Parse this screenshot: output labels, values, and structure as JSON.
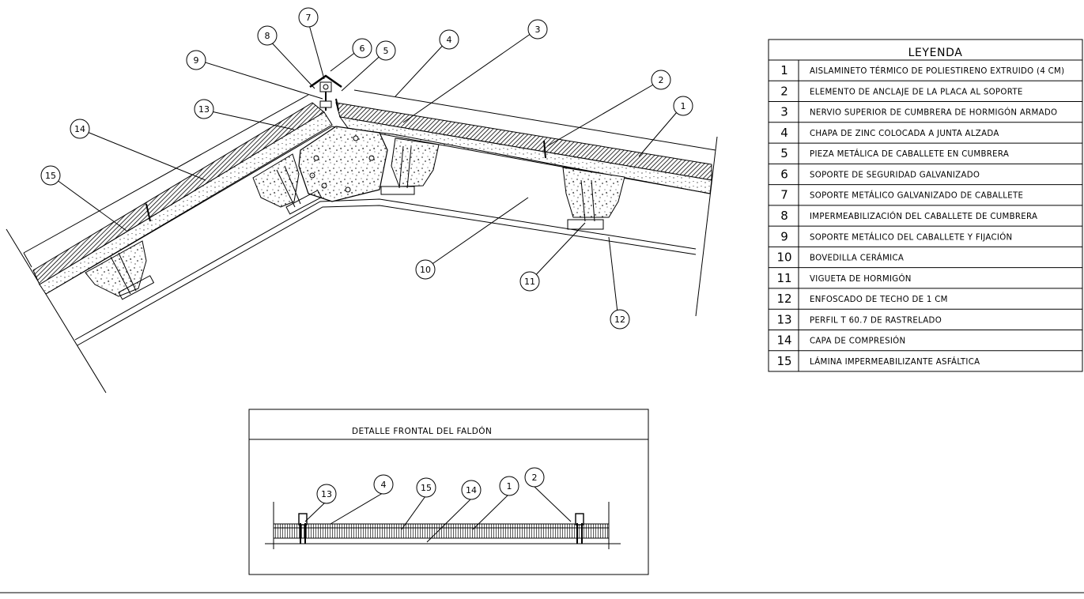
{
  "legend": {
    "title": "LEYENDA",
    "items": [
      {
        "num": "1",
        "text": "AISLAMINETO TÉRMICO DE POLIESTIRENO EXTRUIDO (4 CM)"
      },
      {
        "num": "2",
        "text": "ELEMENTO DE ANCLAJE DE LA PLACA AL SOPORTE"
      },
      {
        "num": "3",
        "text": "NERVIO SUPERIOR DE CUMBRERA DE HORMIGÓN ARMADO"
      },
      {
        "num": "4",
        "text": "CHAPA DE ZINC COLOCADA A JUNTA ALZADA"
      },
      {
        "num": "5",
        "text": "PIEZA METÁLICA DE CABALLETE EN  CUMBRERA"
      },
      {
        "num": "6",
        "text": "SOPORTE DE SEGURIDAD GALVANIZADO"
      },
      {
        "num": "7",
        "text": "SOPORTE METÁLICO GALVANIZADO DE CABALLETE"
      },
      {
        "num": "8",
        "text": "IMPERMEABILIZACIÓN DEL CABALLETE DE CUMBRERA"
      },
      {
        "num": "9",
        "text": "SOPORTE METÁLICO DEL CABALLETE Y FIJACIÓN"
      },
      {
        "num": "10",
        "text": "BOVEDILLA CERÁMICA"
      },
      {
        "num": "11",
        "text": "VIGUETA DE HORMIGÓN"
      },
      {
        "num": "12",
        "text": "ENFOSCADO DE TECHO  DE 1 CM"
      },
      {
        "num": "13",
        "text": "PERFIL T 60.7 DE RASTRELADO"
      },
      {
        "num": "14",
        "text": "CAPA DE COMPRESIÓN"
      },
      {
        "num": "15",
        "text": "LÁMINA IMPERMEABILIZANTE ASFÁLTICA"
      }
    ]
  },
  "section_callouts": [
    "7",
    "8",
    "6",
    "5",
    "4",
    "3",
    "9",
    "13",
    "2",
    "1",
    "14",
    "15",
    "10",
    "11",
    "12"
  ],
  "detail": {
    "title": "DETALLE FRONTAL DEL FALDÓN",
    "callouts": [
      "13",
      "4",
      "15",
      "14",
      "1",
      "2"
    ]
  },
  "colors": {
    "line": "#000000",
    "background": "#ffffff"
  }
}
